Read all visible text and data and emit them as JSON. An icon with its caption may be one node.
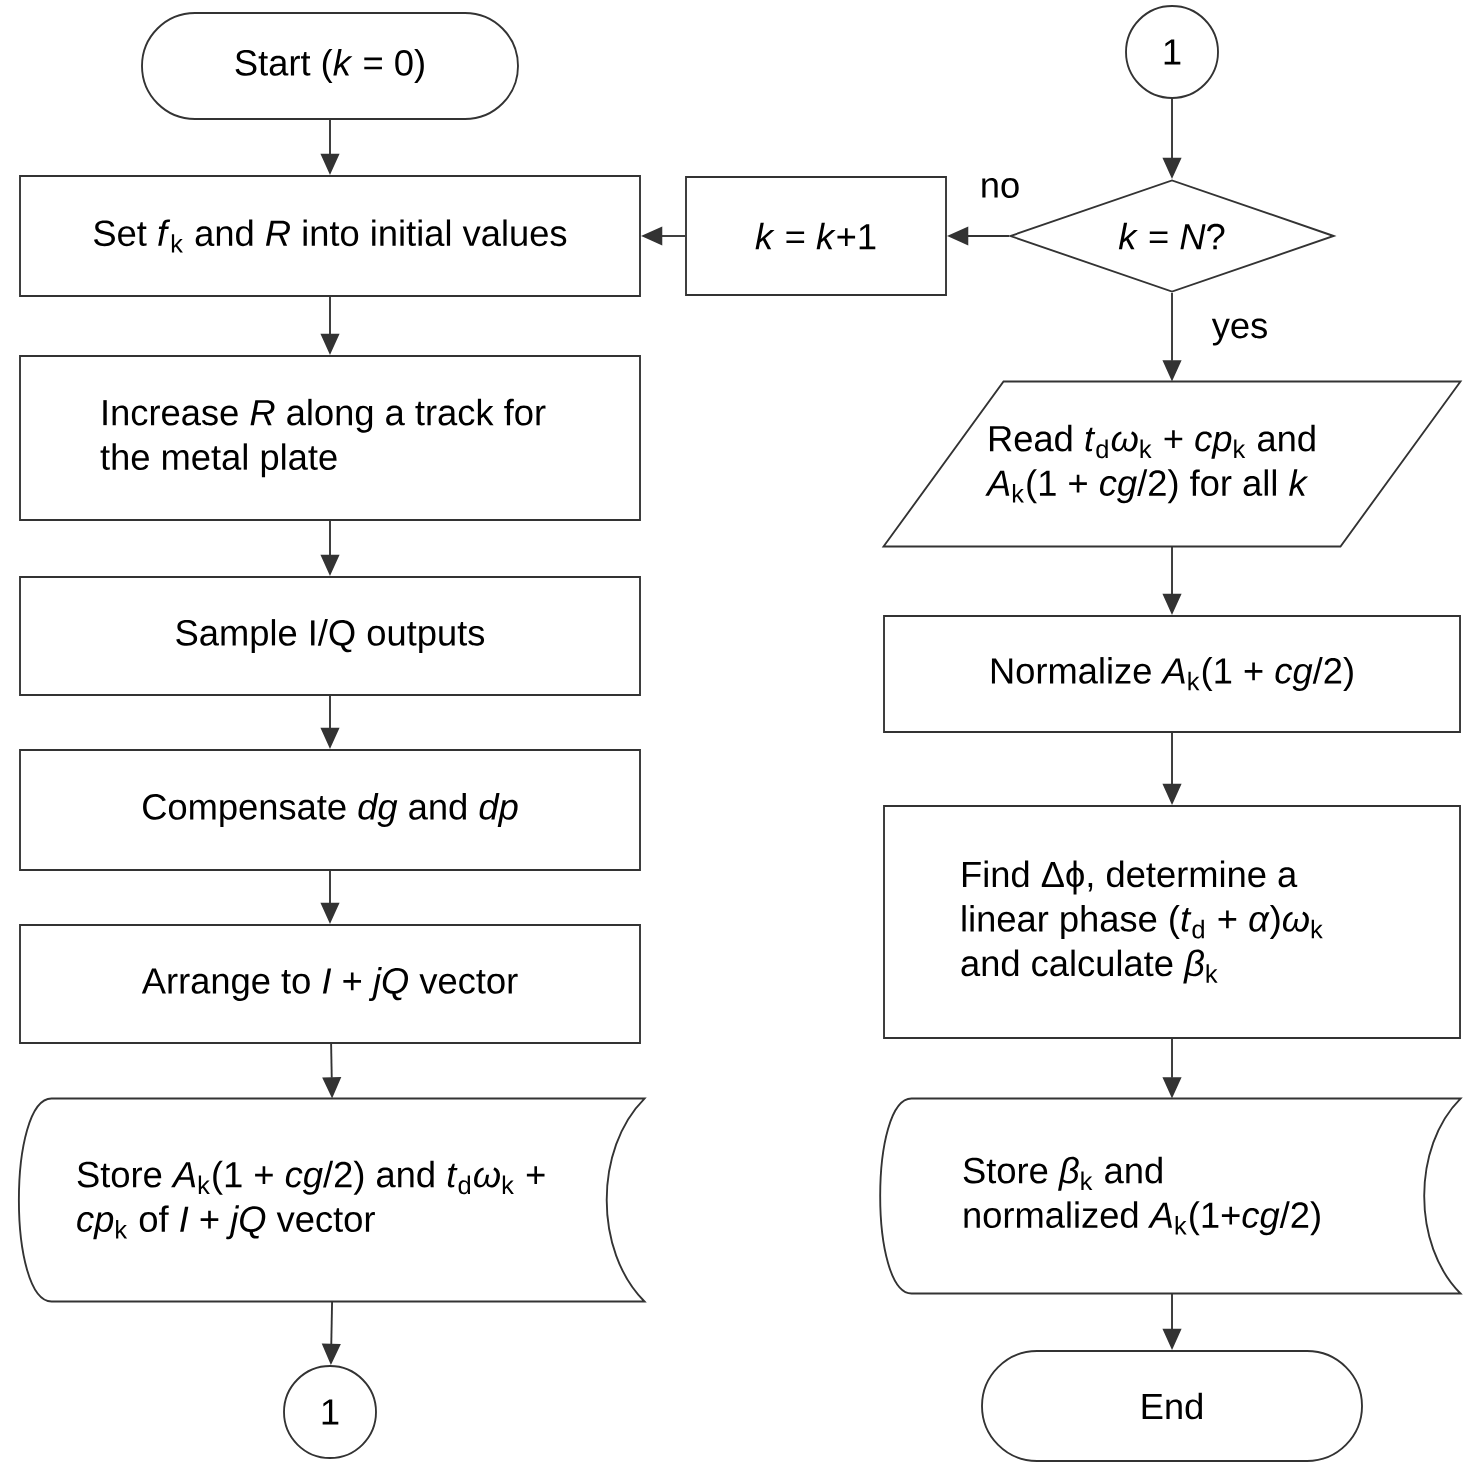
{
  "diagram": {
    "nodes": [
      {
        "text": [
          "Start (*k* = 0)"
        ]
      },
      {
        "text": [
          "Set *f*$_{k}$ and *R* into initial values"
        ]
      },
      {
        "text": [
          "Increase *R* along a track for the metal plate"
        ]
      },
      {
        "text": [
          "Sample I/Q outputs"
        ]
      },
      {
        "text": [
          "Compensate *dg* and *dp*"
        ]
      },
      {
        "text": [
          "Arrange to *I* + *jQ* vector"
        ]
      },
      {
        "text": [
          "Store *A*$_{k}$(1 + *cg*/2) and *t*$_{d}$*ω*$_{k}$ + *cp*$_{k}$ of *I* + *jQ* vector"
        ]
      },
      {
        "text": [
          "1"
        ]
      },
      {
        "text": [
          "1"
        ]
      },
      {
        "text": [
          "*k* = *N*?"
        ]
      },
      {
        "text": [
          "*k* = *k*+1"
        ]
      },
      {
        "text": [
          "Read *t*$_{d}$*ω*$_{k}$ + *cp*$_{k}$ and *A*$_{k}$(1 + *cg*/2) for all *k*"
        ]
      },
      {
        "text": [
          "Normalize *A*$_{k}$(1 + *cg*/2)"
        ]
      },
      {
        "text": [
          "Find Δϕ, determine a linear phase (*t*$_{d}$ + *α*)*ω*$_{k}$ and calculate *β*$_{k}$"
        ]
      },
      {
        "text": [
          "Store *β*$_{k}$ and normalized *A*$_{k}$(1+*cg*/2)"
        ]
      },
      {
        "text": [
          "End"
        ]
      }
    ],
    "edges": [
      {
        "from": 0,
        "to": 1,
        "arrow": "to"
      },
      {
        "from": 1,
        "to": 2,
        "arrow": "to"
      },
      {
        "from": 2,
        "to": 3,
        "arrow": "to"
      },
      {
        "from": 3,
        "to": 4,
        "arrow": "to"
      },
      {
        "from": 4,
        "to": 5,
        "arrow": "to"
      },
      {
        "from": 5,
        "to": 6,
        "arrow": "to"
      },
      {
        "from": 6,
        "to": 7,
        "arrow": "to"
      },
      {
        "from": 8,
        "to": 9,
        "arrow": "to"
      },
      {
        "from": 9,
        "to": 10,
        "arrow": "to",
        "label": "no"
      },
      {
        "from": 10,
        "to": 1,
        "arrow": "to"
      },
      {
        "from": 9,
        "to": 11,
        "arrow": "to",
        "label": "yes"
      },
      {
        "from": 11,
        "to": 12,
        "arrow": "to"
      },
      {
        "from": 12,
        "to": 13,
        "arrow": "to"
      },
      {
        "from": 13,
        "to": 14,
        "arrow": "to"
      },
      {
        "from": 14,
        "to": 15,
        "arrow": "to"
      }
    ]
  }
}
